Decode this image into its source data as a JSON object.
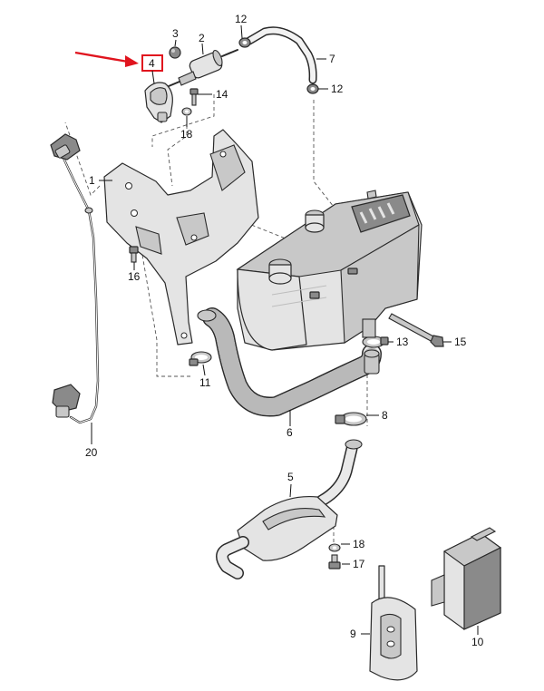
{
  "callouts": {
    "c1": "1",
    "c2": "2",
    "c3": "3",
    "c4": "4",
    "c5": "5",
    "c6": "6",
    "c7": "7",
    "c8": "8",
    "c9": "9",
    "c10": "10",
    "c11": "11",
    "c12a": "12",
    "c12b": "12",
    "c13": "13",
    "c14": "14",
    "c15": "15",
    "c16": "16",
    "c17": "17",
    "c18a": "18",
    "c18b": "18",
    "c20": "20"
  },
  "colors": {
    "highlight": "#e0141e",
    "line": "#2a2a2a",
    "part_fill": "#e4e4e4",
    "hose_light": "#f2f2f2"
  },
  "highlighted_part": "4"
}
